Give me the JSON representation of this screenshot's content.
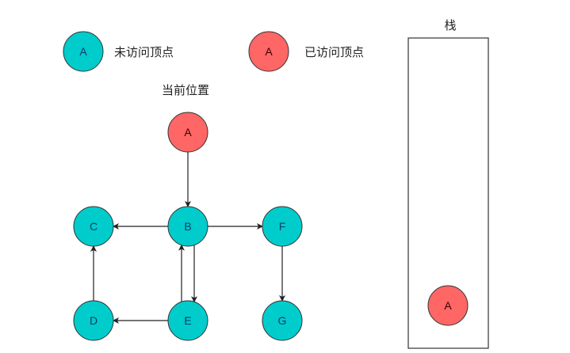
{
  "colors": {
    "unvisited": "#00CCCC",
    "visited": "#FF6666",
    "unvisited_text": "#0b3d66",
    "visited_text": "#3a0000"
  },
  "legend": [
    {
      "label": "A",
      "text": "未访问顶点",
      "state": "unvisited"
    },
    {
      "label": "A",
      "text": "已访问顶点",
      "state": "visited"
    }
  ],
  "current_position_label": "当前位置",
  "stack": {
    "title": "栈",
    "items": [
      {
        "label": "A",
        "state": "visited"
      }
    ]
  },
  "graph": {
    "nodes": [
      {
        "id": "A",
        "label": "A",
        "state": "visited"
      },
      {
        "id": "B",
        "label": "B",
        "state": "unvisited"
      },
      {
        "id": "C",
        "label": "C",
        "state": "unvisited"
      },
      {
        "id": "D",
        "label": "D",
        "state": "unvisited"
      },
      {
        "id": "E",
        "label": "E",
        "state": "unvisited"
      },
      {
        "id": "F",
        "label": "F",
        "state": "unvisited"
      },
      {
        "id": "G",
        "label": "G",
        "state": "unvisited"
      }
    ],
    "edges": [
      {
        "from": "A",
        "to": "B"
      },
      {
        "from": "B",
        "to": "C"
      },
      {
        "from": "B",
        "to": "F"
      },
      {
        "from": "B",
        "to": "E"
      },
      {
        "from": "E",
        "to": "B"
      },
      {
        "from": "E",
        "to": "D"
      },
      {
        "from": "D",
        "to": "C"
      },
      {
        "from": "F",
        "to": "G"
      }
    ]
  }
}
